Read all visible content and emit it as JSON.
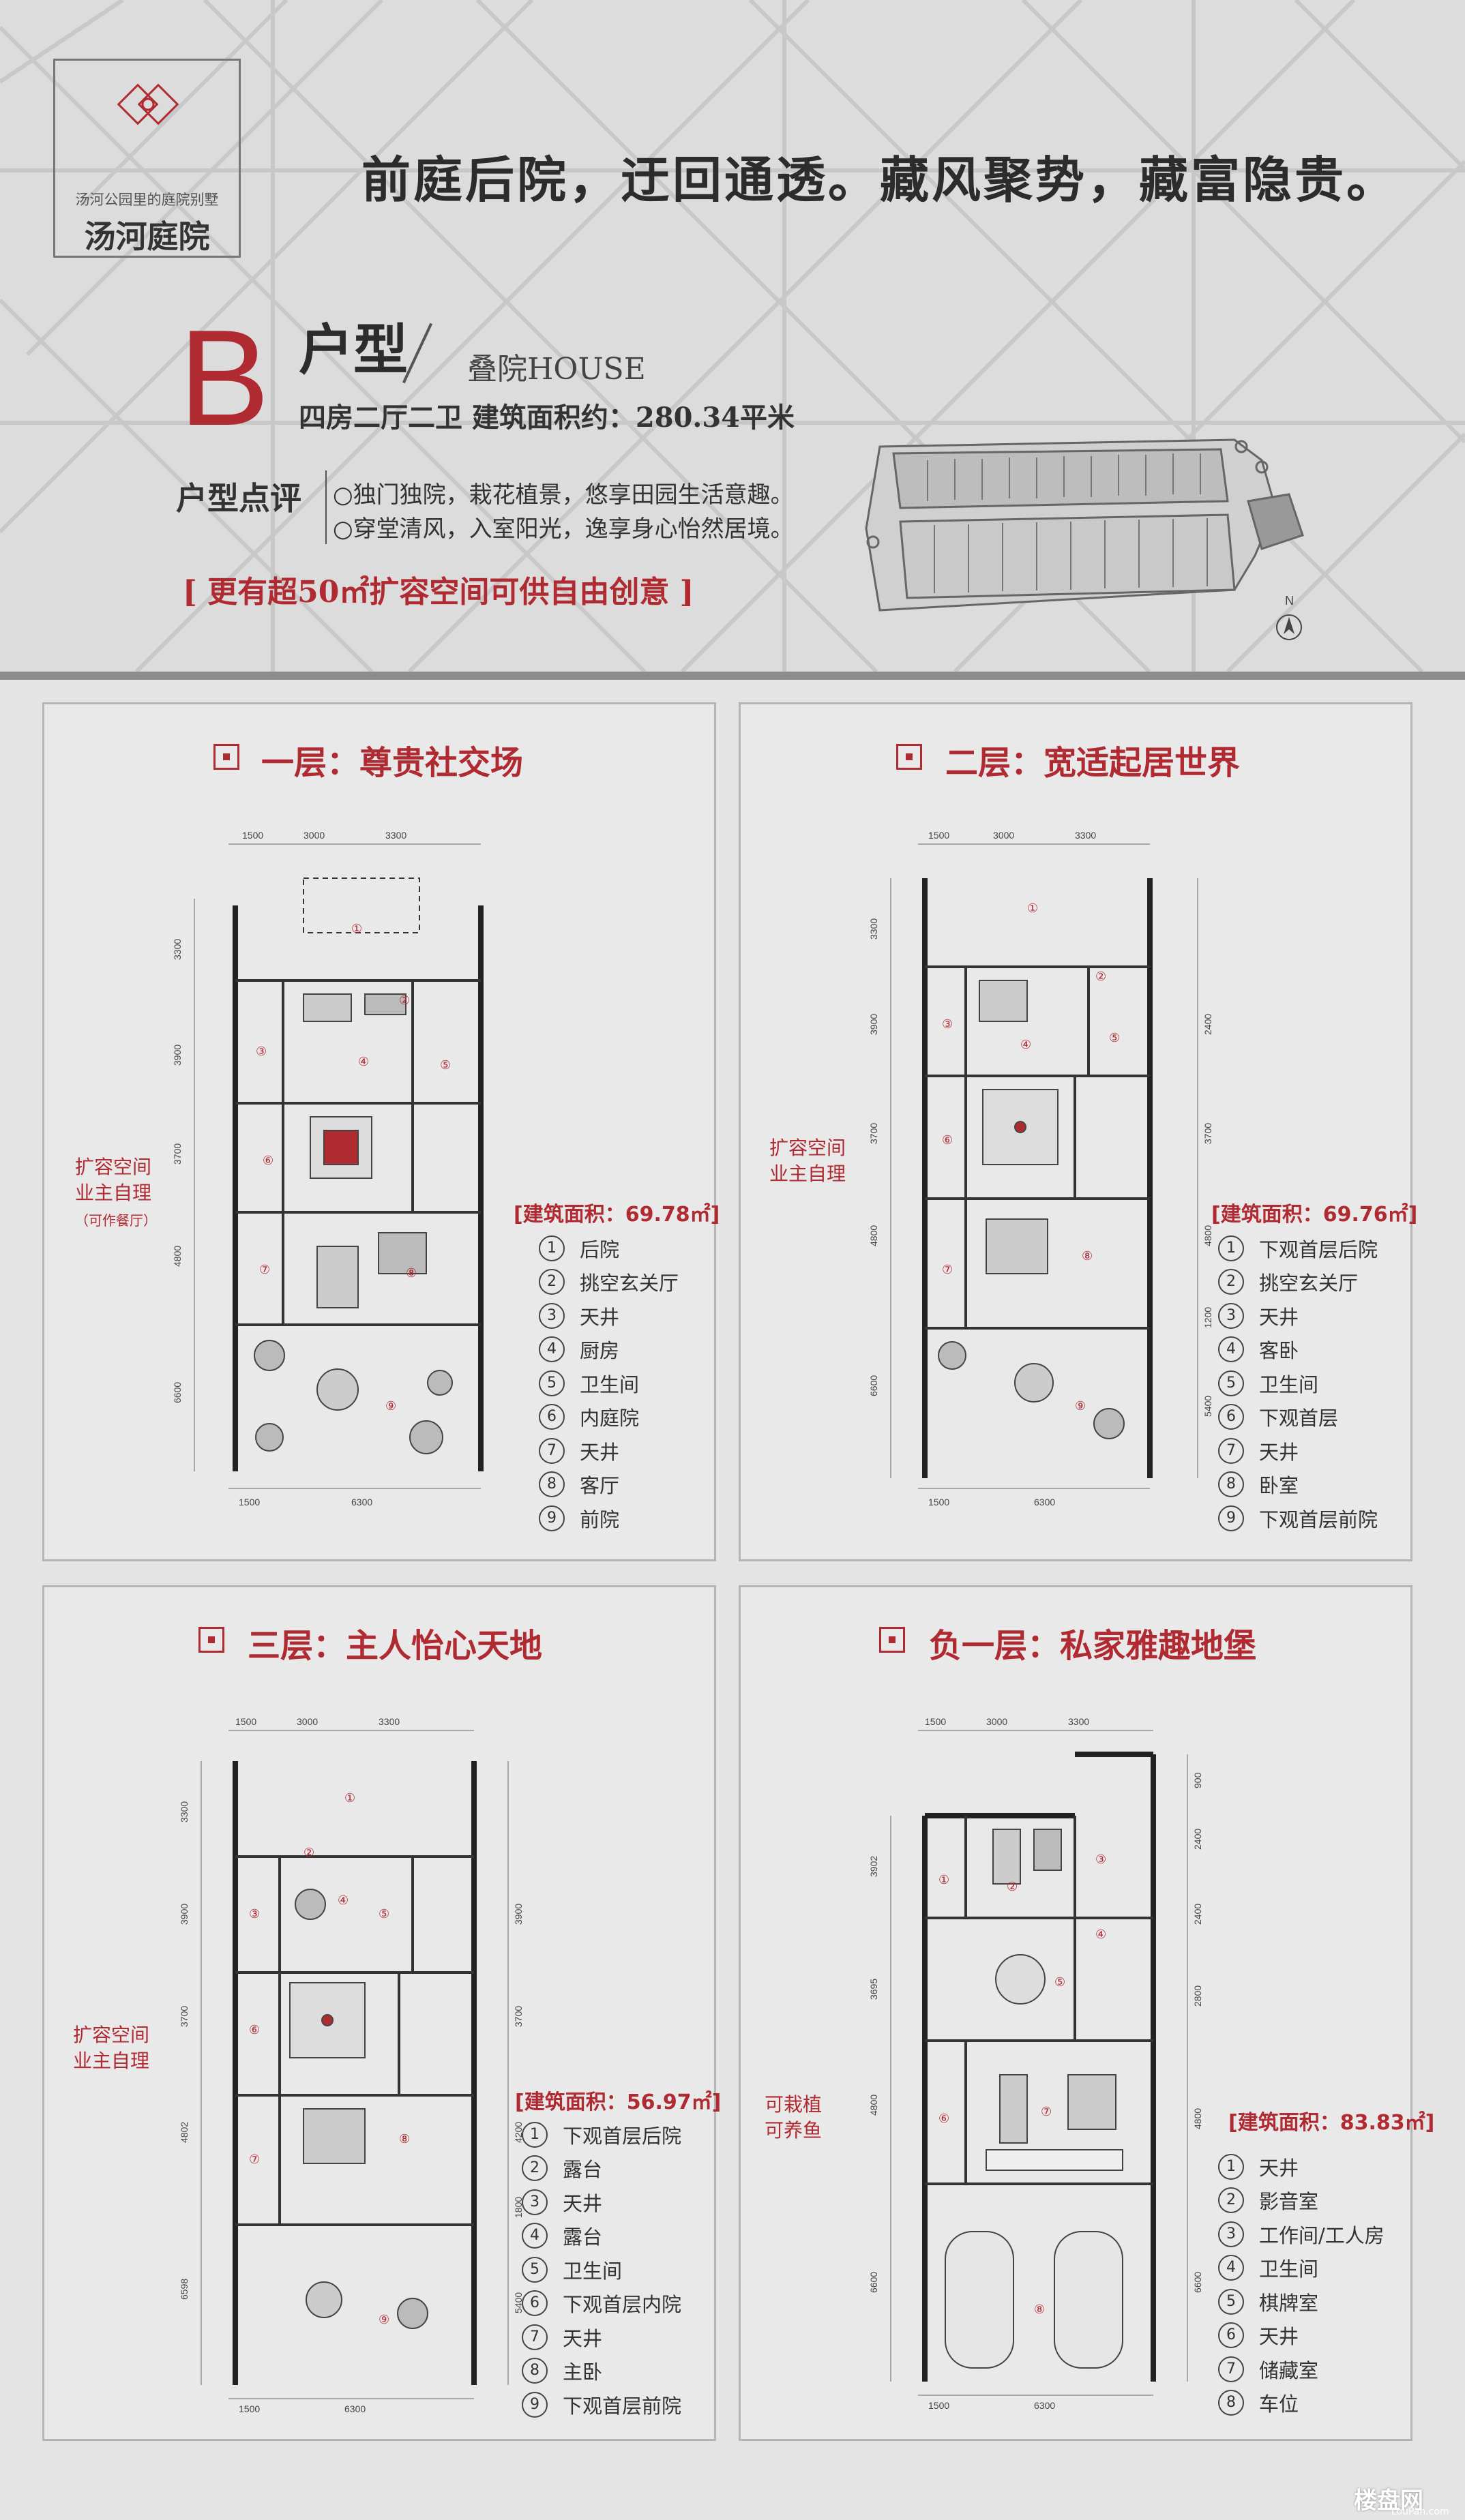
{
  "header": {
    "logo_sub": "汤河公园里的庭院别墅",
    "logo_name": "汤河庭院",
    "slogan": "前庭后院，迂回通透。藏风聚势，藏富隐贵。",
    "type_letter": "B",
    "type_label": "户型",
    "type_sub": "叠院HOUSE",
    "rooms_area": "四房二厅二卫  建筑面积约：280.34平米",
    "review_title": "户型点评",
    "review_items": [
      "○独门独院，栽花植景，悠享田园生活意趣。",
      "○穿堂清风，入室阳光，逸享身心怡然居境。"
    ],
    "expand_note": "[  更有超50㎡扩容空间可供自由创意  ]",
    "north": "N"
  },
  "floors": [
    {
      "title": "一层：尊贵社交场",
      "area": "[建筑面积：69.78㎡]",
      "note_lines": [
        "扩容空间",
        "业主自理",
        "（可作餐厅）"
      ],
      "legend": [
        "后院",
        "挑空玄关厅",
        "天井",
        "厨房",
        "卫生间",
        "内庭院",
        "天井",
        "客厅",
        "前院"
      ],
      "dims_top": [
        "1500",
        "3000",
        "3300"
      ],
      "dims_bottom": [
        "1500",
        "6300"
      ],
      "dims_left": [
        "3300",
        "3900",
        "3700",
        "4800",
        "6600"
      ]
    },
    {
      "title": "二层：宽适起居世界",
      "area": "[建筑面积：69.76㎡]",
      "note_lines": [
        "扩容空间",
        "业主自理"
      ],
      "legend": [
        "下观首层后院",
        "挑空玄关厅",
        "天井",
        "客卧",
        "卫生间",
        "下观首层",
        "天井",
        "卧室",
        "下观首层前院"
      ],
      "dims_top": [
        "1500",
        "3000",
        "3300"
      ],
      "dims_bottom": [
        "1500",
        "6300"
      ],
      "dims_left": [
        "3300",
        "3900",
        "3700",
        "4800",
        "6600"
      ],
      "dims_right": [
        "2400",
        "3700",
        "4800",
        "1200",
        "5400"
      ]
    },
    {
      "title": "三层：主人怡心天地",
      "area": "[建筑面积：56.97㎡]",
      "note_lines": [
        "扩容空间",
        "业主自理"
      ],
      "legend": [
        "下观首层后院",
        "露台",
        "天井",
        "露台",
        "卫生间",
        "下观首层内院",
        "天井",
        "主卧",
        "下观首层前院"
      ],
      "dims_top": [
        "1500",
        "3000",
        "3300"
      ],
      "dims_bottom": [
        "1500",
        "6300"
      ],
      "dims_left": [
        "3300",
        "3900",
        "3700",
        "4802",
        "6598"
      ],
      "dims_right": [
        "3900",
        "3700",
        "4200",
        "1800",
        "5400"
      ]
    },
    {
      "title": "负一层：私家雅趣地堡",
      "area": "[建筑面积：83.83㎡]",
      "note_lines": [
        "可栽植",
        "可养鱼"
      ],
      "legend": [
        "天井",
        "影音室",
        "工作间/工人房",
        "卫生间",
        "棋牌室",
        "天井",
        "储藏室",
        "车位"
      ],
      "dims_top": [
        "1500",
        "3000",
        "3300"
      ],
      "dims_bottom": [
        "1500",
        "6300"
      ],
      "dims_left": [
        "3902",
        "3695",
        "4800",
        "6600"
      ],
      "dims_right": [
        "900",
        "2400",
        "2400",
        "2800",
        "4800",
        "6600"
      ]
    }
  ],
  "watermark": {
    "main": "楼盘网",
    "sub": "LouPan.com"
  }
}
